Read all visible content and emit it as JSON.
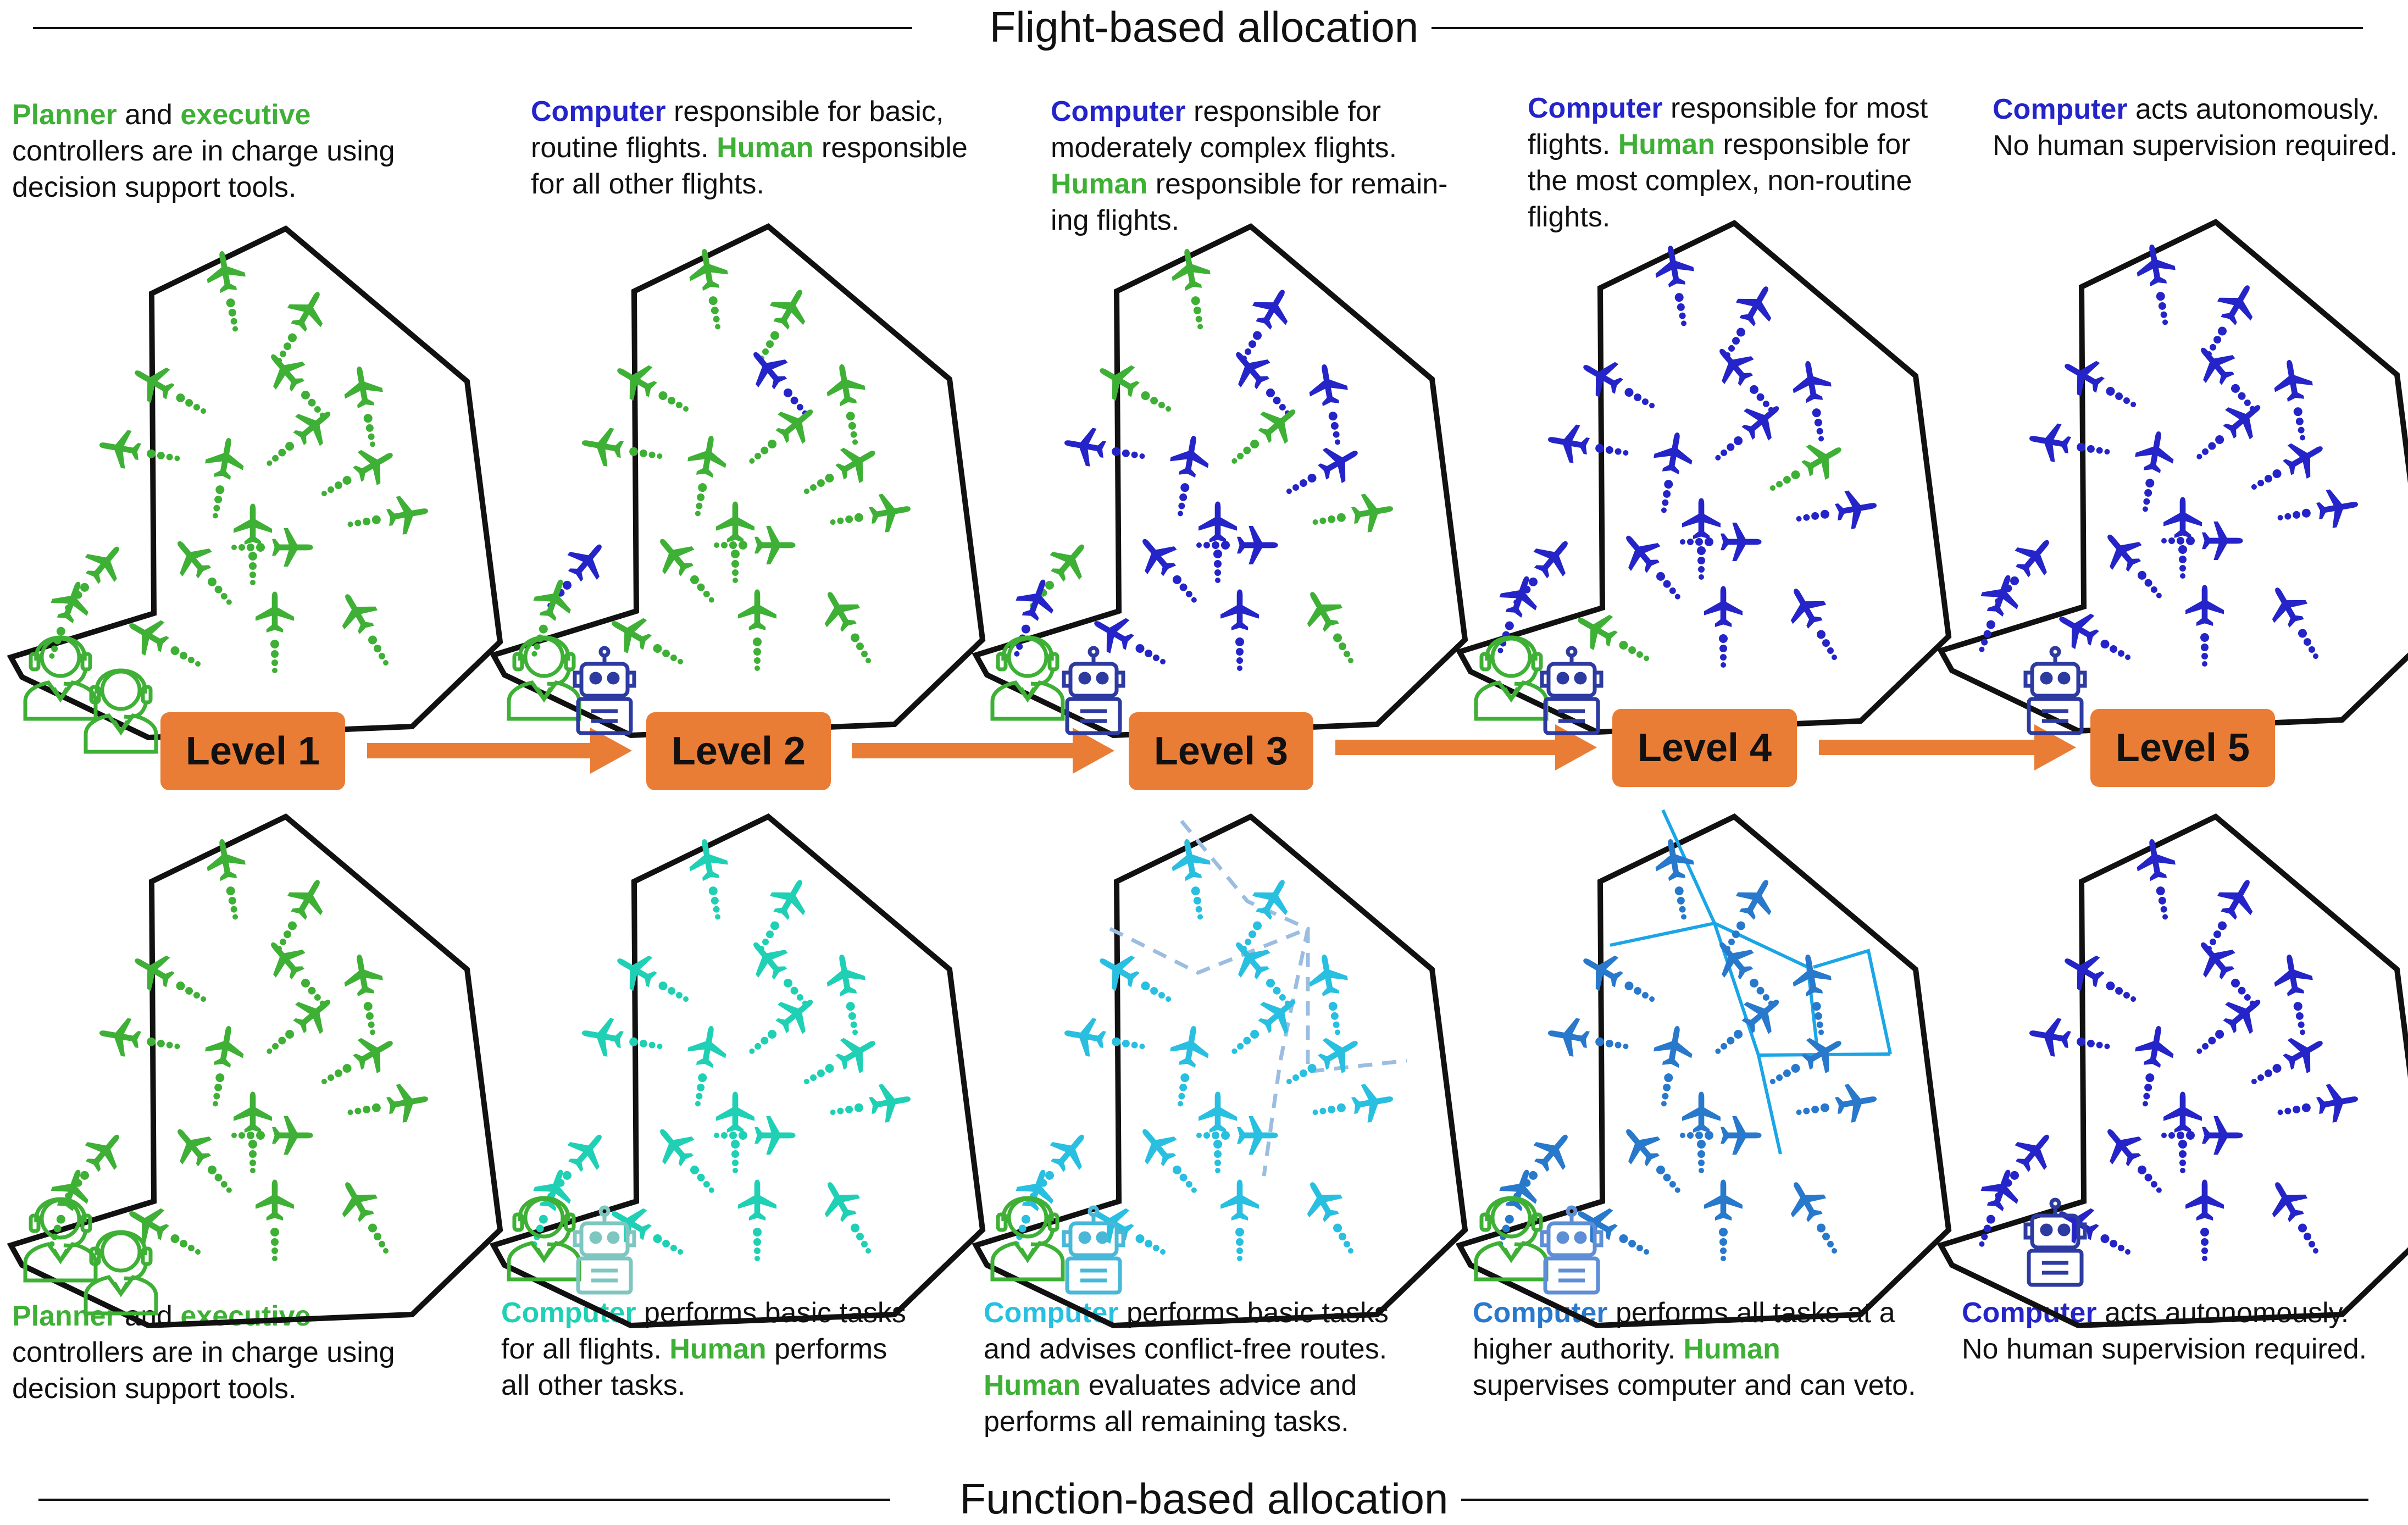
{
  "headers": {
    "top": "Flight-based allocation",
    "bottom": "Function-based allocation"
  },
  "levels": [
    "Level 1",
    "Level 2",
    "Level 3",
    "Level 4",
    "Level 5"
  ],
  "colors": {
    "planner_green": "#3eb035",
    "computer_top": "#2424c8",
    "computer_l2_function": "#1fd0b5",
    "computer_l3_function": "#28bfe0",
    "computer_l4_function": "#2878cc",
    "level_box": "#ea7d36",
    "outline": "#111111"
  },
  "top_descriptions": [
    {
      "lines": [
        [
          {
            "t": "Planner",
            "role": "human"
          },
          {
            "t": " and ",
            "role": "plain"
          },
          {
            "t": "executive",
            "role": "human"
          }
        ],
        [
          {
            "t": "controllers are in charge using",
            "role": "plain"
          }
        ],
        [
          {
            "t": "decision support tools.",
            "role": "plain"
          }
        ]
      ]
    },
    {
      "lines": [
        [
          {
            "t": "Computer",
            "role": "computer"
          },
          {
            "t": " responsible for basic,",
            "role": "plain"
          }
        ],
        [
          {
            "t": "routine flights. ",
            "role": "plain"
          },
          {
            "t": "Human",
            "role": "human"
          },
          {
            "t": " responsible",
            "role": "plain"
          }
        ],
        [
          {
            "t": "for all other flights.",
            "role": "plain"
          }
        ]
      ]
    },
    {
      "lines": [
        [
          {
            "t": "Computer",
            "role": "computer"
          },
          {
            "t": " responsible for",
            "role": "plain"
          }
        ],
        [
          {
            "t": "moderately complex flights.",
            "role": "plain"
          }
        ],
        [
          {
            "t": "Human",
            "role": "human"
          },
          {
            "t": " responsible for remain-",
            "role": "plain"
          }
        ],
        [
          {
            "t": "ing flights.",
            "role": "plain"
          }
        ]
      ]
    },
    {
      "lines": [
        [
          {
            "t": "Computer",
            "role": "computer"
          },
          {
            "t": " responsible for most",
            "role": "plain"
          }
        ],
        [
          {
            "t": "flights. ",
            "role": "plain"
          },
          {
            "t": "Human",
            "role": "human"
          },
          {
            "t": " responsible for",
            "role": "plain"
          }
        ],
        [
          {
            "t": "the most complex, non-routine",
            "role": "plain"
          }
        ],
        [
          {
            "t": "flights.",
            "role": "plain"
          }
        ]
      ]
    },
    {
      "lines": [
        [
          {
            "t": "Computer",
            "role": "computer"
          },
          {
            "t": " acts autonomously.",
            "role": "plain"
          }
        ],
        [
          {
            "t": "No human supervision required.",
            "role": "plain"
          }
        ]
      ]
    }
  ],
  "bottom_descriptions": [
    {
      "lines": [
        [
          {
            "t": "Planner",
            "role": "human"
          },
          {
            "t": " and ",
            "role": "plain"
          },
          {
            "t": "executive",
            "role": "human"
          }
        ],
        [
          {
            "t": "controllers are in charge using",
            "role": "plain"
          }
        ],
        [
          {
            "t": "decision support tools.",
            "role": "plain"
          }
        ]
      ]
    },
    {
      "lines": [
        [
          {
            "t": "Computer",
            "role": "computer"
          },
          {
            "t": " performs basic tasks",
            "role": "plain"
          }
        ],
        [
          {
            "t": "for all flights. ",
            "role": "plain"
          },
          {
            "t": "Human",
            "role": "human"
          },
          {
            "t": " performs",
            "role": "plain"
          }
        ],
        [
          {
            "t": "all other tasks.",
            "role": "plain"
          }
        ]
      ]
    },
    {
      "lines": [
        [
          {
            "t": "Computer",
            "role": "computer"
          },
          {
            "t": " performs basic tasks",
            "role": "plain"
          }
        ],
        [
          {
            "t": "and advises conflict-free routes.",
            "role": "plain"
          }
        ],
        [
          {
            "t": "Human",
            "role": "human"
          },
          {
            "t": " evaluates advice and",
            "role": "plain"
          }
        ],
        [
          {
            "t": "performs all remaining tasks.",
            "role": "plain"
          }
        ]
      ]
    },
    {
      "lines": [
        [
          {
            "t": "Computer",
            "role": "computer"
          },
          {
            "t": " performs all tasks at a",
            "role": "plain"
          }
        ],
        [
          {
            "t": "higher authority. ",
            "role": "plain"
          },
          {
            "t": "Human",
            "role": "human"
          }
        ],
        [
          {
            "t": "supervises computer and can veto.",
            "role": "plain"
          }
        ]
      ]
    },
    {
      "lines": [
        [
          {
            "t": "Computer",
            "role": "computer"
          },
          {
            "t": " acts autonomously.",
            "role": "plain"
          }
        ],
        [
          {
            "t": "No human supervision required.",
            "role": "plain"
          }
        ]
      ]
    }
  ],
  "icons": {
    "controller": "headset-controller-icon",
    "robot": "robot-icon",
    "plane": "airplane-icon"
  }
}
